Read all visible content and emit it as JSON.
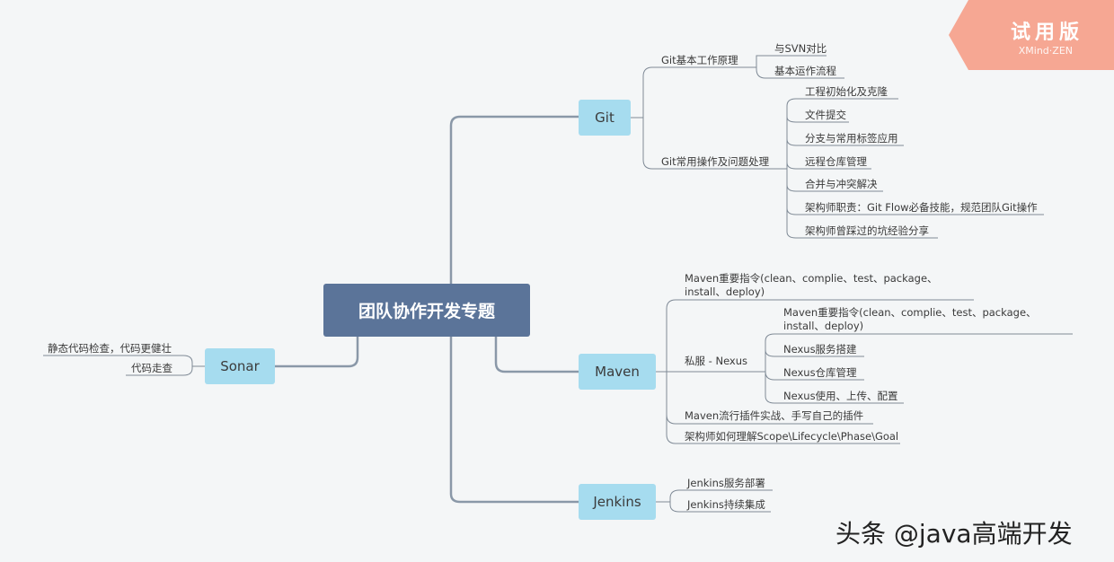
{
  "root": {
    "label": "团队协作开发专题"
  },
  "trial_badge": {
    "title": "试用版",
    "subtitle": "XMind·ZEN",
    "color": "#f6a793"
  },
  "watermark": "头条 @java高端开发",
  "colors": {
    "root": "#5b7499",
    "topic": "#a6dcef",
    "line": "#8a98a8",
    "subline": "#7f8a96"
  },
  "branches": {
    "git": {
      "label": "Git",
      "sub": [
        {
          "label": "Git基本工作原理",
          "children": [
            "与SVN对比",
            "基本运作流程"
          ]
        },
        {
          "label": "Git常用操作及问题处理",
          "children": [
            "工程初始化及克隆",
            "文件提交",
            "分支与常用标签应用",
            "远程仓库管理",
            "合并与冲突解决",
            "架构师职责：Git Flow必备技能，规范团队Git操作",
            "架构师曾踩过的坑经验分享"
          ]
        }
      ]
    },
    "maven": {
      "label": "Maven",
      "sub": [
        {
          "label": "Maven重要指令(clean、complie、test、package、install、deploy)"
        },
        {
          "label": "私服 - Nexus",
          "children": [
            "Maven重要指令(clean、complie、test、package、install、deploy)",
            "Nexus服务搭建",
            "Nexus仓库管理",
            "Nexus使用、上传、配置"
          ]
        },
        {
          "label": "Maven流行插件实战、手写自己的插件"
        },
        {
          "label": "架构师如何理解Scope\\Lifecycle\\Phase\\Goal"
        }
      ]
    },
    "jenkins": {
      "label": "Jenkins",
      "sub": [
        {
          "label": "Jenkins服务部署"
        },
        {
          "label": "Jenkins持续集成"
        }
      ]
    },
    "sonar": {
      "label": "Sonar",
      "sub": [
        {
          "label": "静态代码检查，代码更健壮"
        },
        {
          "label": "代码走查"
        }
      ]
    }
  }
}
